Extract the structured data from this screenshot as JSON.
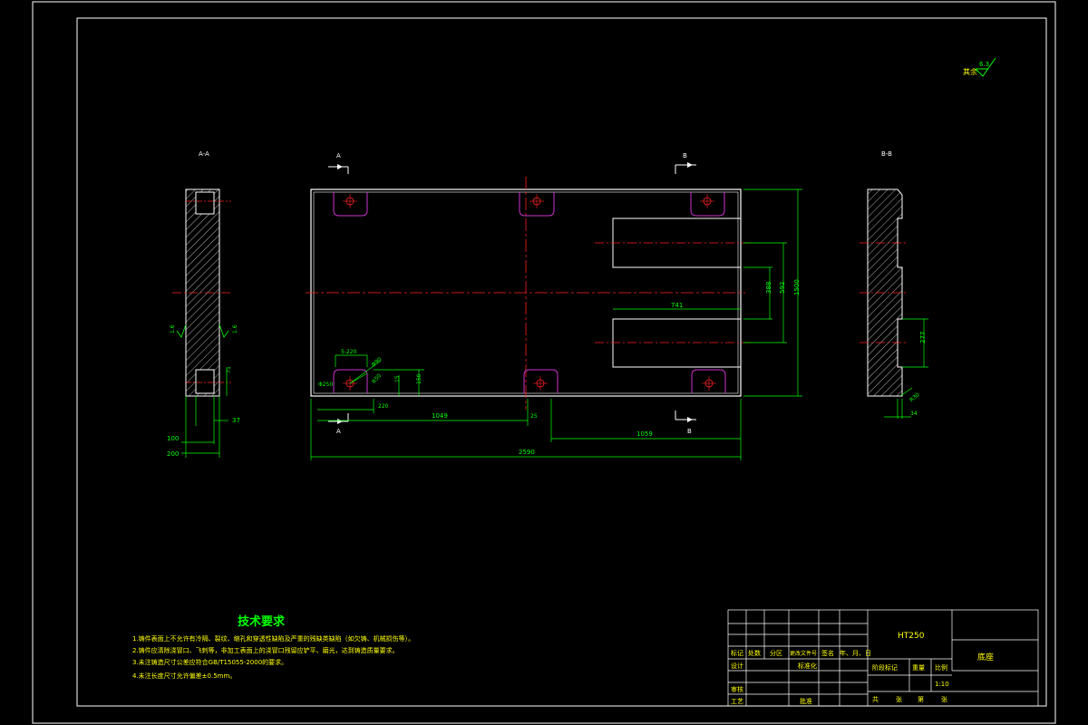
{
  "colors": {
    "background": "#000000",
    "outline": "#ffffff",
    "dimension": "#00ff00",
    "centerline": "#ff2020",
    "slot": "#cc33cc",
    "note_text": "#ffff00"
  },
  "surface_finish": {
    "label": "其余",
    "value": "6.3"
  },
  "section_labels": {
    "left_view": "A-A",
    "right_view": "B-B",
    "cut_a_top": "A",
    "cut_b_top": "B",
    "cut_a_bottom": "A",
    "cut_b_bottom": "B"
  },
  "dimensions": {
    "overall_length": "2590",
    "height_1500": "1500",
    "height_592": "592",
    "height_388": "388",
    "slot_depth": "741",
    "dist_1049": "1049",
    "dist_1059": "1059",
    "dist_25": "25",
    "dist_220": "220",
    "hole_count": "5-220",
    "dia_250": "Φ250",
    "dia_90": "Φ90",
    "r50": "R50",
    "dim_15": "15",
    "dim_150": "150",
    "left_100": "100",
    "left_200": "200",
    "left_37": "37",
    "left_75": "75",
    "left_rough": "1.6",
    "left_rough_2": "1.6",
    "right_277": "277",
    "right_34": "34",
    "right_r30": "R30"
  },
  "notes": {
    "title": "技术要求",
    "items": [
      "1.铸件表面上不允许有冷隔、裂纹、缩孔和穿透性缺陷及严重的残缺类缺陷（如欠铸、机械损伤等）。",
      "2.铸件应清除浇冒口、飞刺等，非加工表面上的浇冒口残留应铲平、磨光，达到铸造质量要求。",
      "3.未注铸造尺寸公差应符合GB/T15055-2000的要求。",
      "4.未注长度尺寸允许偏差±0.5mm。"
    ]
  },
  "title_block": {
    "material": "HT250",
    "part_name": "底座",
    "row_headers": [
      "标记",
      "处数",
      "分区",
      "更改文件号",
      "签名",
      "年、月、日"
    ],
    "design": "设计",
    "standardize": "标准化",
    "stage_mark": "阶段标记",
    "weight": "重量",
    "scale": "比例",
    "scale_value": "1:10",
    "check": "审核",
    "process": "工艺",
    "approve": "批准",
    "sheet_total": "共",
    "sheet_label": "张",
    "sheet_no": "第",
    "sheet_label2": "张"
  }
}
